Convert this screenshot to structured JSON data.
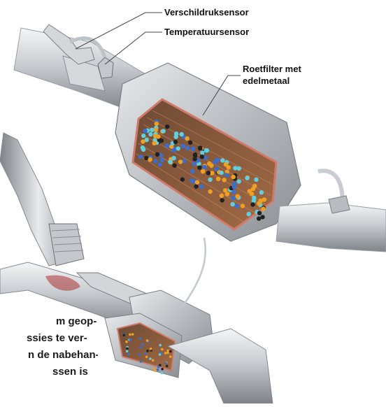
{
  "labels": {
    "pressure_sensor": "Verschildruksensor",
    "temperature_sensor": "Temperatuursensor",
    "soot_filter_line1": "Roetfilter met",
    "soot_filter_line2": "edelmetaal"
  },
  "caption_lines": [
    "m geop-",
    "ssies te ver-",
    "n de nabehan-",
    "ssen is"
  ],
  "colors": {
    "metal_light": "#e6e8ea",
    "metal_dark": "#8e9296",
    "filter_core": "#8a5a3a",
    "filter_edge": "#d07a6a",
    "particle_orange": "#f0a020",
    "particle_cyan": "#5fd0e0",
    "particle_blue": "#3a6fd0",
    "particle_dark": "#222222"
  }
}
